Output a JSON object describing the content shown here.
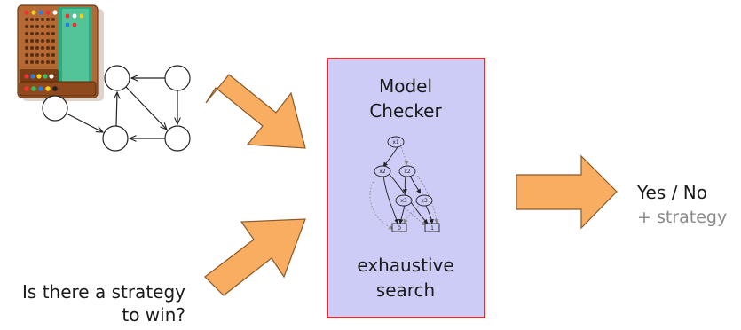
{
  "question": {
    "line1": "Is there a strategy",
    "line2": "to win?"
  },
  "checker": {
    "title_line1": "Model",
    "title_line2": "Checker",
    "footer_line1": "exhaustive",
    "footer_line2": "search"
  },
  "result": {
    "answer": "Yes / No",
    "extra": "+ strategy"
  },
  "bdd": {
    "nodes": [
      "x1",
      "x2",
      "x2",
      "x3",
      "x3"
    ],
    "terminals": [
      "0",
      "1"
    ]
  },
  "colors": {
    "arrow_fill": "#f8ad60",
    "arrow_stroke": "#8a5a2b",
    "box_fill": "#ccccf7",
    "box_stroke": "#e01a1a"
  }
}
